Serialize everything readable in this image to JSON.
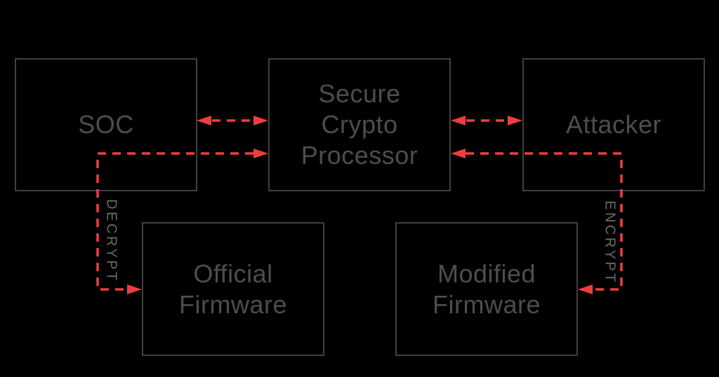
{
  "diagram": {
    "nodes": {
      "soc": {
        "label": "SOC"
      },
      "crypto_processor": {
        "line1": "Secure",
        "line2": "Crypto",
        "line3": "Processor"
      },
      "attacker": {
        "label": "Attacker"
      },
      "official_firmware": {
        "line1": "Official",
        "line2": "Firmware"
      },
      "modified_firmware": {
        "line1": "Modified",
        "line2": "Firmware"
      }
    },
    "edge_labels": {
      "decrypt": "DECRYPT",
      "encrypt": "ENCRYPT"
    },
    "edges": [
      {
        "between": [
          "SOC",
          "Secure Crypto Processor"
        ],
        "style": "dashed",
        "arrows": "both-ends"
      },
      {
        "between": [
          "Secure Crypto Processor",
          "Attacker"
        ],
        "style": "dashed",
        "arrows": "both-ends"
      },
      {
        "from": "SOC",
        "to": [
          "Secure Crypto Processor",
          "Official Firmware"
        ],
        "label": "DECRYPT",
        "style": "dashed"
      },
      {
        "from": "Attacker",
        "to": [
          "Secure Crypto Processor",
          "Modified Firmware"
        ],
        "label": "ENCRYPT",
        "style": "dashed"
      }
    ],
    "colors": {
      "background": "#000000",
      "box_border": "#414042",
      "box_text": "#4d4d50",
      "edge_label_text": "#696a6d",
      "arrow": "#ef3e42"
    }
  }
}
